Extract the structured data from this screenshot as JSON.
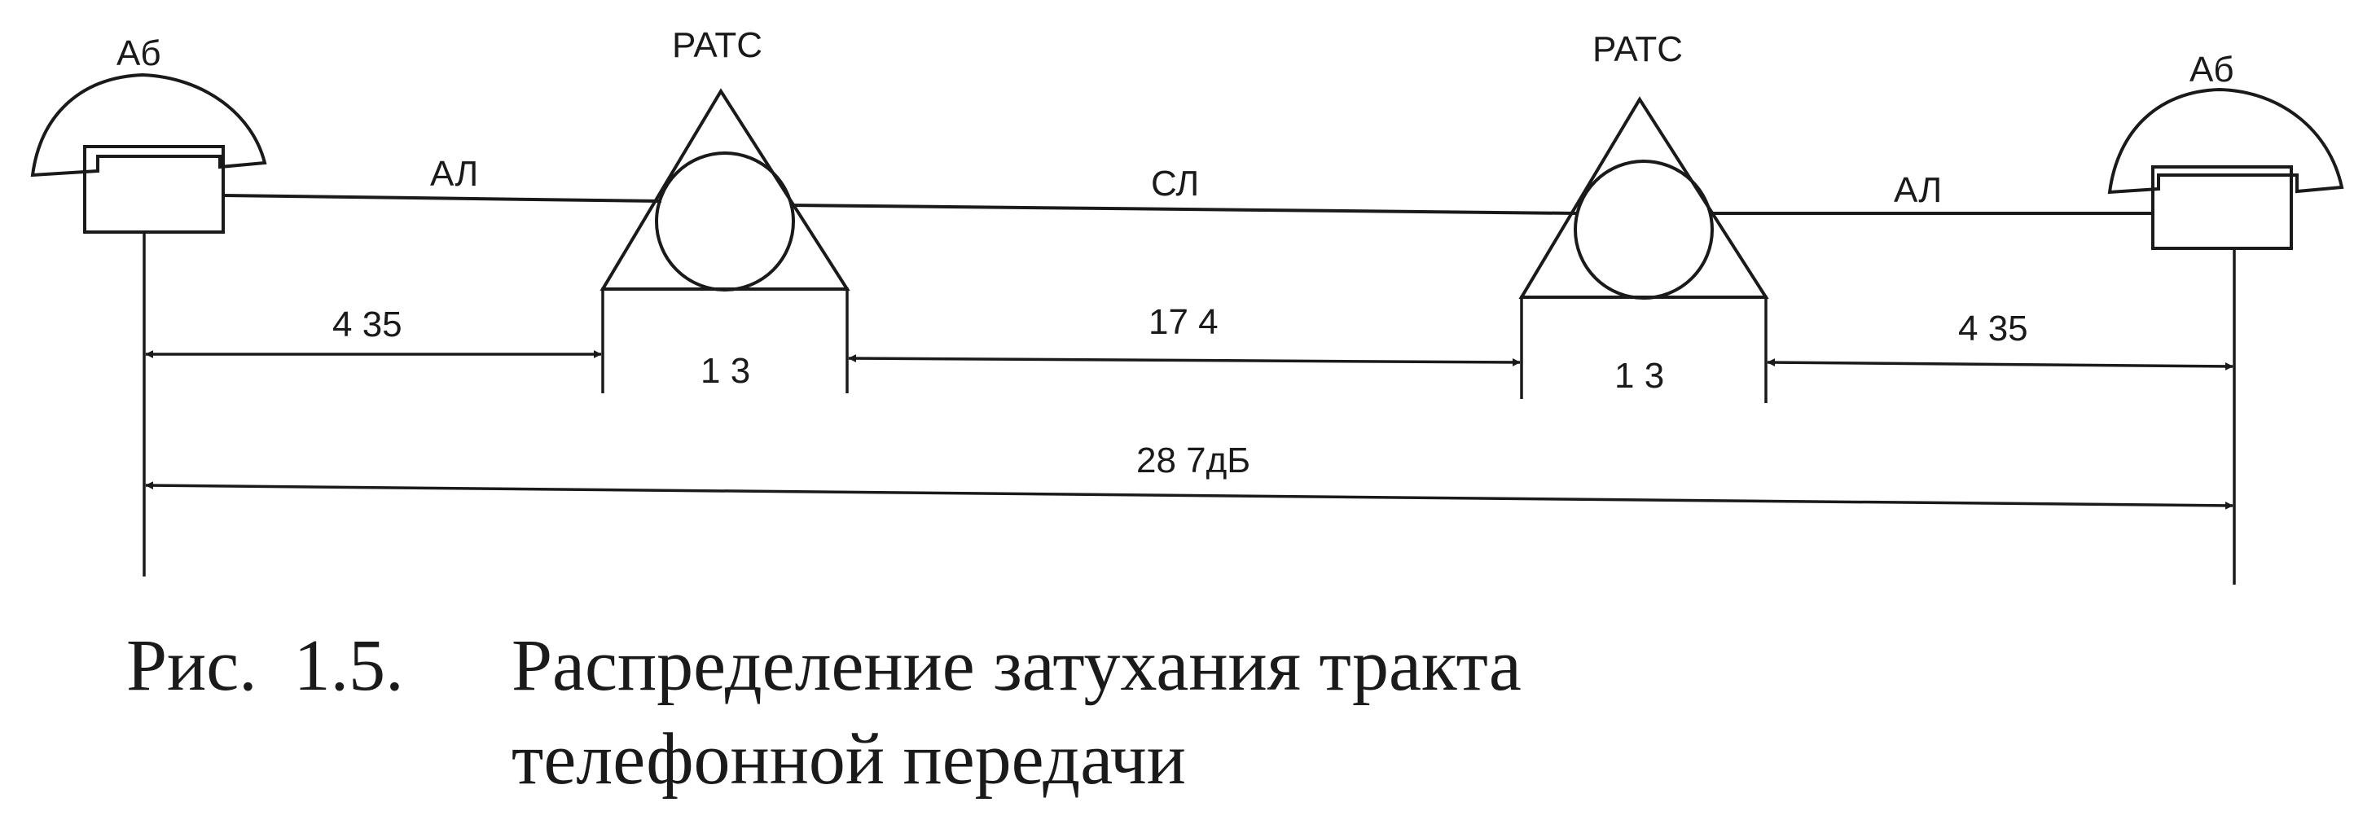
{
  "diagram": {
    "subscriber_label": "Аб",
    "exchange_label": "РАТС",
    "line_labels": {
      "subscriber_line": "АЛ",
      "connecting_line": "СЛ"
    },
    "attenuation": {
      "left_subscriber_line": "4 35",
      "left_exchange": "1 3",
      "connecting_line": "17 4",
      "right_exchange": "1 3",
      "right_subscriber_line": "4 35",
      "total": "28 7дБ"
    }
  },
  "caption": {
    "number": "Рис.  1.5.",
    "line1": "Распределение затухания тракта",
    "line2": "телефонной передачи"
  },
  "colors": {
    "ink": "#1a1a1a",
    "background": "#ffffff"
  }
}
